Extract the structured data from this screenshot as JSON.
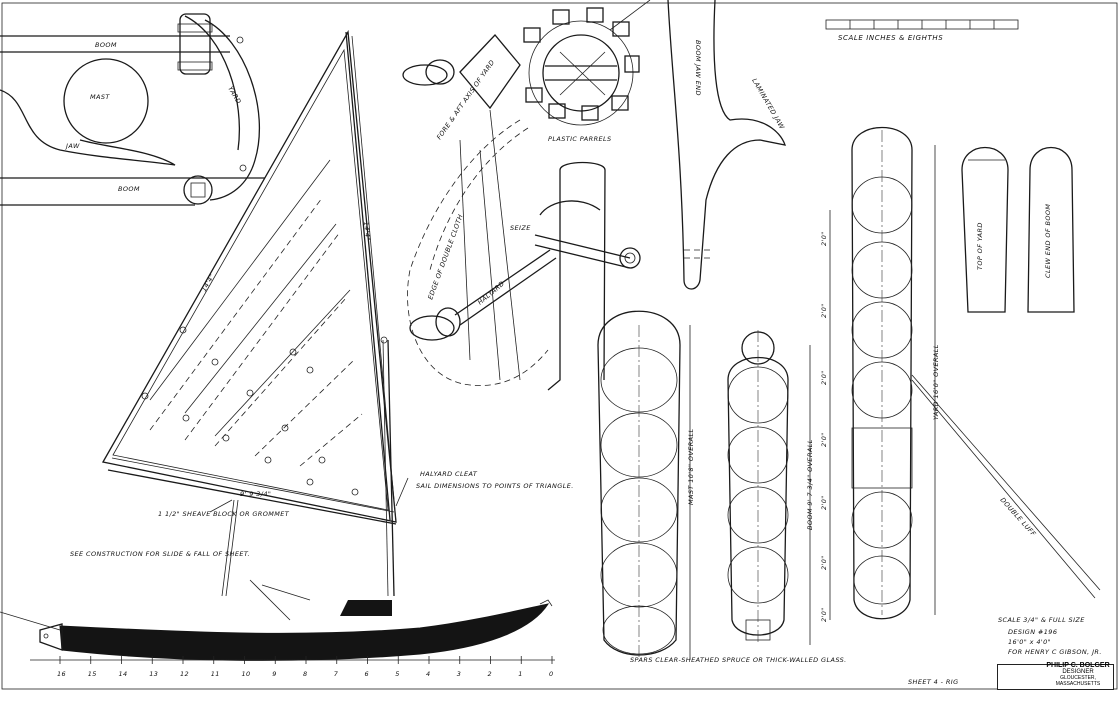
{
  "labels": {
    "boom_top": "BOOM",
    "boom_bottom": "BOOM",
    "mast": "MAST",
    "jaw": "JAW",
    "yard": "YARD",
    "scale": "SCALE INCHES & EIGHTHS",
    "plastic_parrels": "PLASTIC PARRELS",
    "fore_aft": "FORE & AFT AXIS OF YARD",
    "laminated_jaw": "LAMINATED JAW",
    "boom_jaw": "BOOM JAW END",
    "edge_cloth": "EDGE OF DOUBLE CLOTH",
    "seize": "SEIZE",
    "halyard": "HALYARD",
    "top_of_yard": "TOP OF YARD",
    "clew_end_boom": "CLEW END OF BOOM",
    "luff": "14'4\"",
    "leech": "14'4\"",
    "foot": "9' 9 3/4\"",
    "halyard_cleat": "HALYARD CLEAT",
    "sail_dims": "SAIL DIMENSIONS TO POINTS OF TRIANGLE.",
    "sheave": "1 1/2\" SHEAVE BLOCK OR GROMMET",
    "see_construction": "SEE CONSTRUCTION FOR SLIDE & FALL OF SHEET.",
    "mast_overall": "MAST 10'8\" OVERALL",
    "boom_overall": "BOOM 9' 7 3/4\" OVERALL",
    "yard_overall": "YARD 16'0\" OVERALL",
    "double_luff": "DOUBLE LUFF",
    "spars_note": "SPARS CLEAR-SHEATHED SPRUCE OR THICK-WALLED GLASS.",
    "sheet_no": "SHEET 4 - RIG",
    "scale_full": "SCALE 3/4\" & FULL SIZE",
    "design_no": "DESIGN #196",
    "design_size": "16'0\" x 4'0\"",
    "design_for": "FOR HENRY C GIBSON, JR.",
    "two_ft": "2'0\""
  },
  "station_numbers": [
    "16",
    "15",
    "14",
    "13",
    "12",
    "11",
    "10",
    "9",
    "8",
    "7",
    "6",
    "5",
    "4",
    "3",
    "2",
    "1",
    "0"
  ],
  "title_block": {
    "name": "PHILIP C. BOLGER",
    "role": "DESIGNER",
    "place": "GLOUCESTER, MASSACHUSETTS"
  }
}
